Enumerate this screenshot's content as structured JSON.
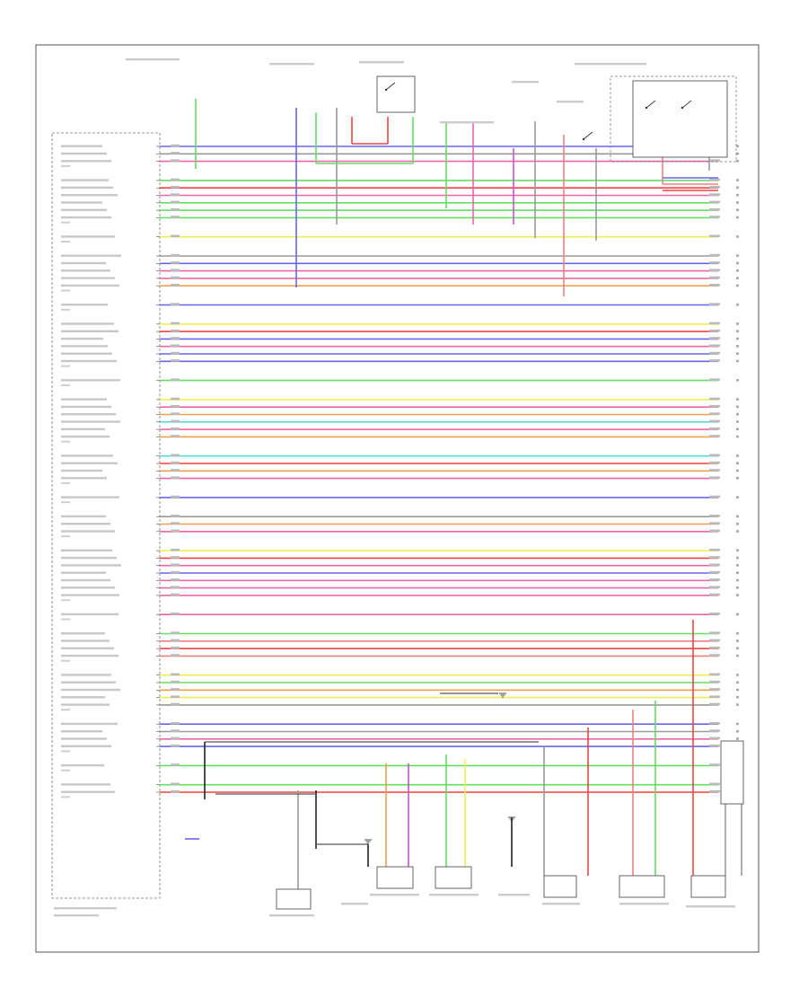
{
  "diagram": {
    "footer_note": "",
    "wire_colors": {
      "green": "#66dd66",
      "yellow": "#eeee55",
      "blue": "#6666ee",
      "red": "#ee4444",
      "pink": "#ee66aa",
      "cyan": "#55dddd",
      "orange": "#f0a050",
      "gray": "#999999",
      "black": "#222222",
      "magenta": "#cc55cc",
      "salmon": "#f08080",
      "tan": "#d8b070"
    },
    "harness_groups": [
      [
        "blue",
        "gray",
        "pink"
      ],
      [
        "green",
        "red",
        "pink",
        "green",
        "green",
        "green"
      ],
      [
        "yellow"
      ],
      [
        "gray",
        "blue",
        "pink",
        "pink",
        "orange"
      ],
      [
        "blue"
      ],
      [
        "yellow",
        "red",
        "blue",
        "pink",
        "blue",
        "blue"
      ],
      [
        "green"
      ],
      [
        "yellow",
        "pink",
        "orange",
        "cyan",
        "pink",
        "orange"
      ],
      [
        "cyan",
        "red",
        "orange",
        "pink"
      ],
      [
        "blue"
      ],
      [
        "gray",
        "orange",
        "pink"
      ],
      [
        "yellow",
        "red",
        "pink",
        "blue",
        "pink",
        "pink",
        "pink"
      ],
      [
        "pink"
      ],
      [
        "green",
        "salmon",
        "red",
        "salmon"
      ],
      [
        "yellow",
        "green",
        "orange",
        "yellow",
        "gray"
      ],
      [
        "blue",
        "gray",
        "pink",
        "blue"
      ],
      [
        "green"
      ],
      [
        "green",
        "red"
      ]
    ]
  }
}
